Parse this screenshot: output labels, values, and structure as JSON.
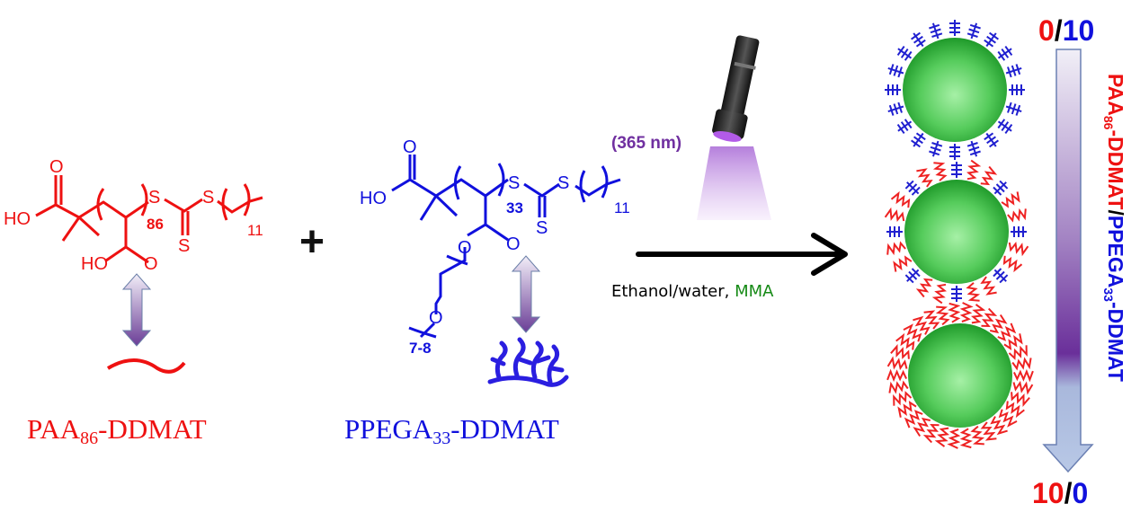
{
  "colors": {
    "paa": "#ee1111",
    "ppega": "#1010dd",
    "uv": "#7030a0",
    "mma": "#168a16",
    "sphere": "#2db53a"
  },
  "paa_structure": {
    "ho_top": "HO",
    "o_top": "O",
    "s1": "S",
    "dp": "86",
    "s2": "S",
    "s_double": "S",
    "repeat": "11",
    "ho_bottom": "HO",
    "o_bottom": "O"
  },
  "ppega_structure": {
    "ho_top": "HO",
    "o_top": "O",
    "s1": "S",
    "dp": "33",
    "s2": "S",
    "s_double": "S",
    "repeat": "11",
    "o_ester": "O",
    "o_carbonyl": "O",
    "o_ether": "O",
    "peg_repeat": "7-8"
  },
  "labels": {
    "paa_name": "PAA",
    "paa_sub": "86",
    "paa_suffix": "-DDMAT",
    "ppega_name": "PPEGA",
    "ppega_sub": "33",
    "ppega_suffix": "-DDMAT",
    "plus": "+",
    "wavelength": "(365 nm)",
    "conditions": "Ethanol/water, ",
    "monomer": "MMA"
  },
  "ratio_scale": {
    "top_paa": "0",
    "top_sep": "/",
    "top_ppega": "10",
    "bottom_paa": "10",
    "bottom_sep": "/",
    "bottom_ppega": "0",
    "axis_paa": "PAA",
    "axis_paa_sub": "86",
    "axis_paa_suffix": "-DDMAT",
    "axis_sep": "/",
    "axis_ppega": "PPEGA",
    "axis_ppega_sub": "33",
    "axis_ppega_suffix": "-DDMAT"
  }
}
